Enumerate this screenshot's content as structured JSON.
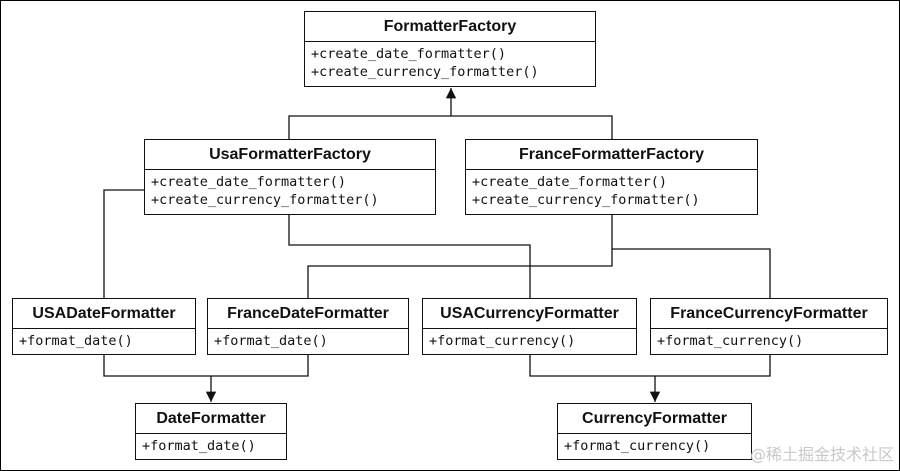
{
  "classes": {
    "formatter_factory": {
      "name": "FormatterFactory",
      "ops": [
        "+create_date_formatter()",
        "+create_currency_formatter()"
      ]
    },
    "usa_formatter_factory": {
      "name": "UsaFormatterFactory",
      "ops": [
        "+create_date_formatter()",
        "+create_currency_formatter()"
      ]
    },
    "france_formatter_factory": {
      "name": "FranceFormatterFactory",
      "ops": [
        "+create_date_formatter()",
        "+create_currency_formatter()"
      ]
    },
    "usa_date_formatter": {
      "name": "USADateFormatter",
      "ops": [
        "+format_date()"
      ]
    },
    "france_date_formatter": {
      "name": "FranceDateFormatter",
      "ops": [
        "+format_date()"
      ]
    },
    "usa_currency_formatter": {
      "name": "USACurrencyFormatter",
      "ops": [
        "+format_currency()"
      ]
    },
    "france_currency_formatter": {
      "name": "FranceCurrencyFormatter",
      "ops": [
        "+format_currency()"
      ]
    },
    "date_formatter": {
      "name": "DateFormatter",
      "ops": [
        "+format_date()"
      ]
    },
    "currency_formatter": {
      "name": "CurrencyFormatter",
      "ops": [
        "+format_currency()"
      ]
    }
  },
  "watermark": "@稀土掘金技术社区",
  "colors": {
    "line": "#111111",
    "watermark": "#c8c8c8"
  }
}
